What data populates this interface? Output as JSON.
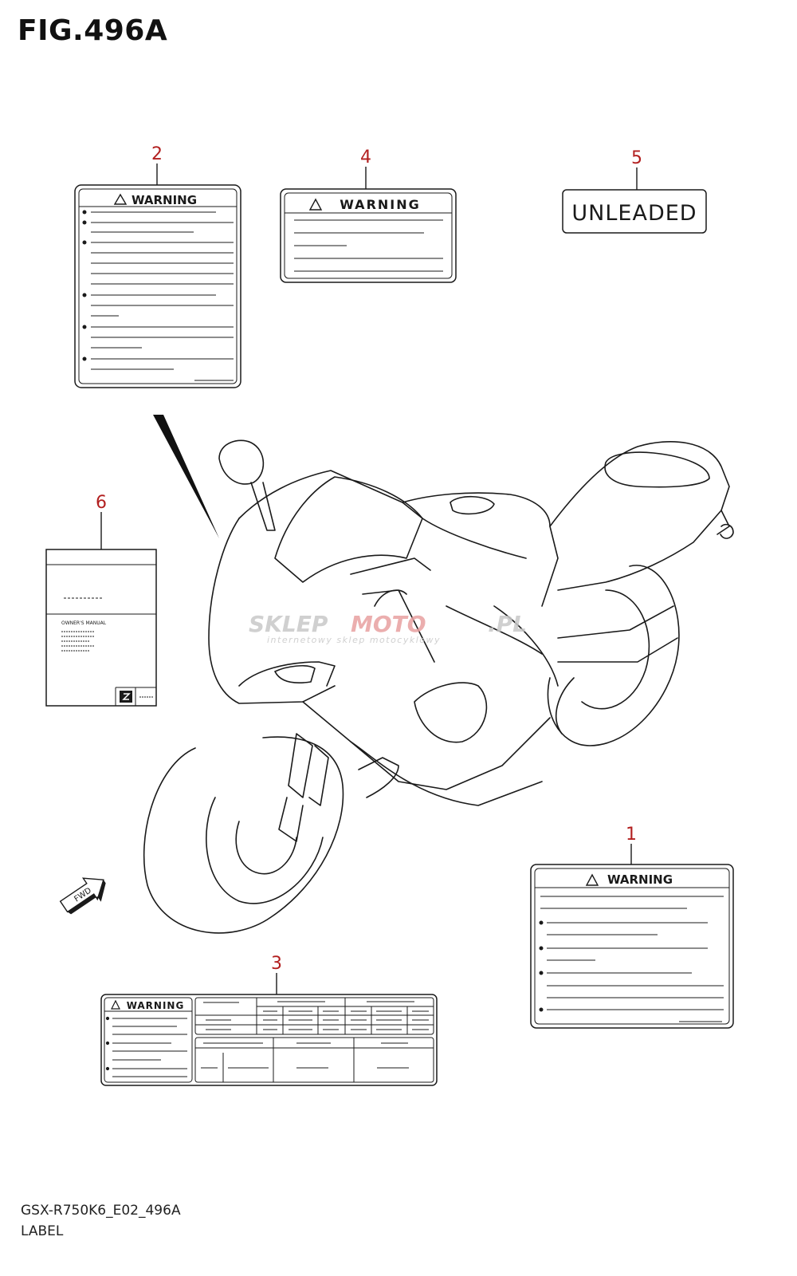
{
  "figure": {
    "title": "FIG.496A",
    "code": "GSX-R750K6_E02_496A",
    "label": "LABEL"
  },
  "watermark": {
    "brand_left": "SKLEP",
    "brand_right": "MOTO",
    "brand_suffix": ".PL",
    "tagline": "internetowy sklep motocyklowy"
  },
  "colors": {
    "callout": "#b21f1f",
    "line": "#1a1a1a",
    "watermark_gray": "#c8c8c8",
    "watermark_red": "#e8a0a0"
  },
  "parts": [
    {
      "callout": "1",
      "heading": "WARNING",
      "icon": "warning-triangle-icon"
    },
    {
      "callout": "2",
      "heading": "WARNING",
      "icon": "warning-triangle-icon"
    },
    {
      "callout": "3",
      "heading": "WARNING",
      "icon": "warning-triangle-icon"
    },
    {
      "callout": "4",
      "heading": "WARNING",
      "icon": "warning-triangle-icon"
    },
    {
      "callout": "5",
      "text": "UNLEADED"
    },
    {
      "callout": "6",
      "text": "OWNER'S MANUAL",
      "icon": "suzuki-logo-icon"
    }
  ],
  "direction_marker": {
    "text": "FWD",
    "icon": "forward-arrow-icon"
  }
}
